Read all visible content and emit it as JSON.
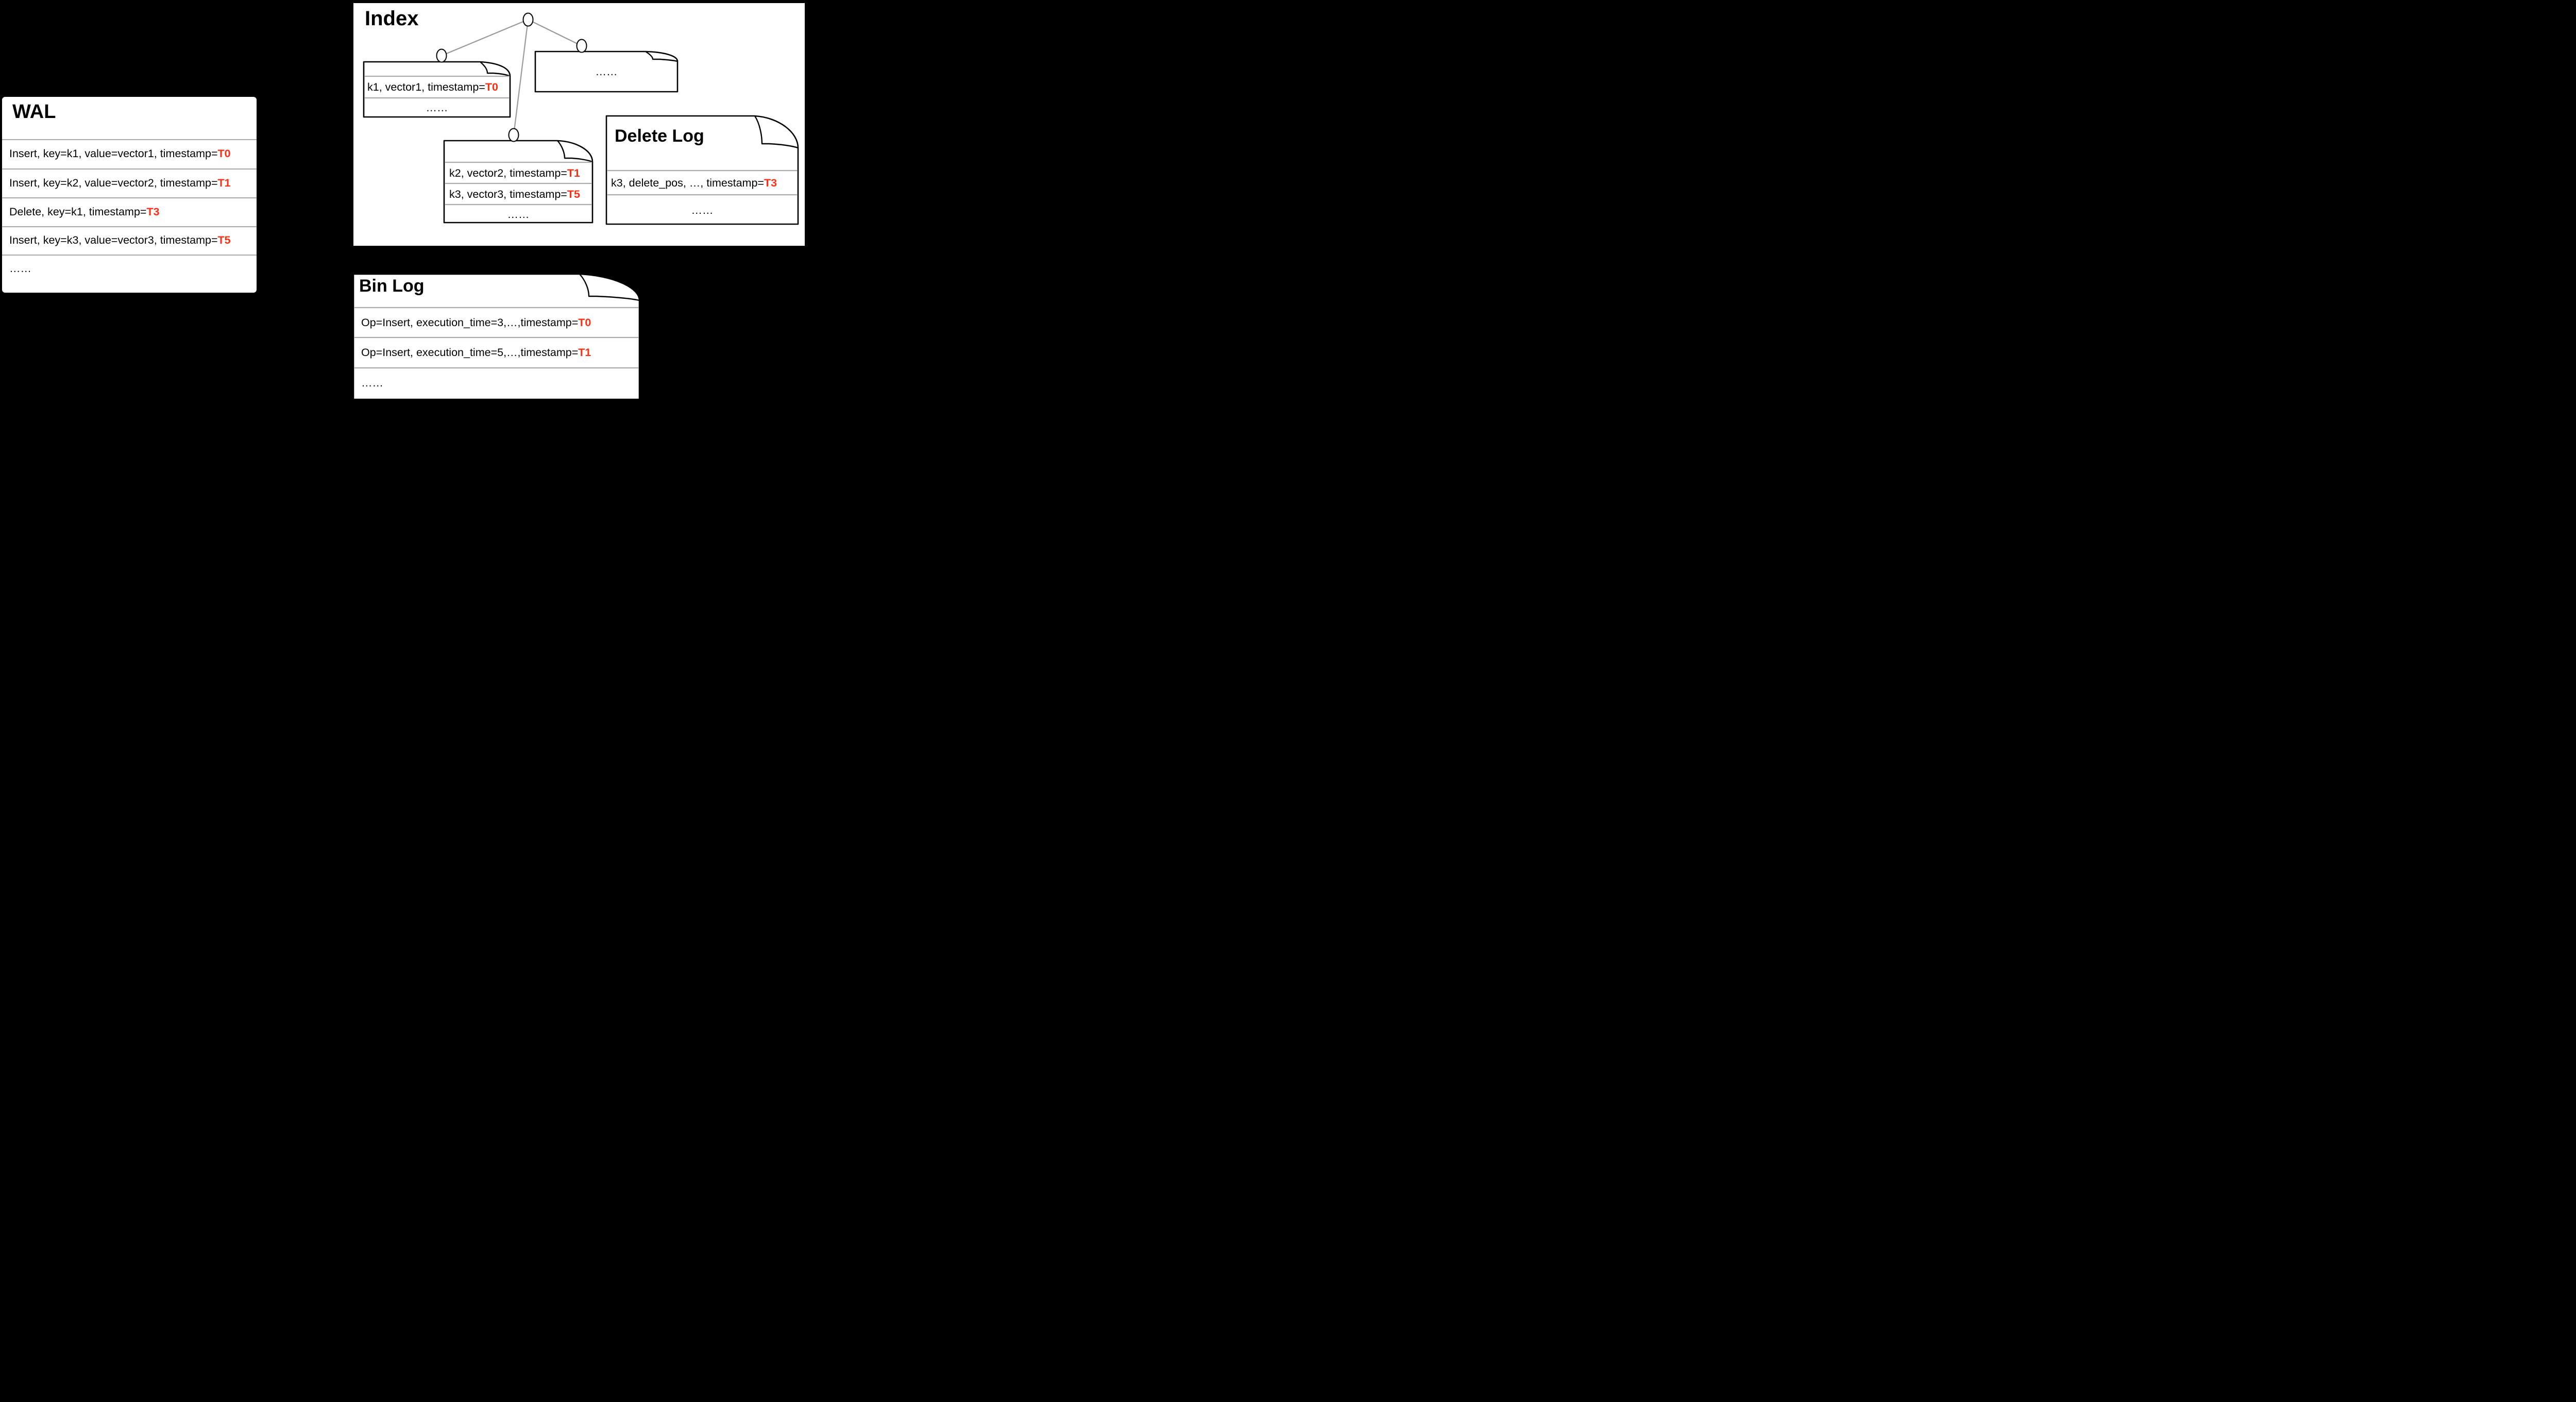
{
  "colors": {
    "background": "#000000",
    "panel": "#FFFFFF",
    "timestamp_red": "#FF2D12",
    "divider_gray": "#ABABAB",
    "tree_edge_gray": "#999999"
  },
  "wal": {
    "title": "WAL",
    "rows": [
      {
        "text": "Insert, key=k1, value=vector1, timestamp=",
        "ts": "T0"
      },
      {
        "text": "Insert, key=k2, value=vector2, timestamp=",
        "ts": "T1"
      },
      {
        "text": "Delete, key=k1, timestamp=",
        "ts": "T3"
      },
      {
        "text": "Insert, key=k3, value=vector3, timestamp=",
        "ts": "T5"
      }
    ],
    "ellipsis": "……"
  },
  "index": {
    "title": "Index",
    "left_doc": {
      "row": {
        "text": "k1, vector1, timestamp=",
        "ts": "T0"
      },
      "ellipsis": "……"
    },
    "right_doc": {
      "ellipsis": "……"
    },
    "middle_doc": {
      "rows": [
        {
          "text": "k2, vector2, timestamp=",
          "ts": "T1"
        },
        {
          "text": "k3, vector3, timestamp=",
          "ts": "T5"
        }
      ],
      "ellipsis": "……"
    }
  },
  "delete_log": {
    "title": "Delete Log",
    "row": {
      "text": "k3, delete_pos, …, timestamp=",
      "ts": "T3"
    },
    "ellipsis": "……"
  },
  "bin_log": {
    "title": "Bin Log",
    "rows": [
      {
        "text": "Op=Insert, execution_time=3,…,timestamp=",
        "ts": "T0"
      },
      {
        "text": "Op=Insert, execution_time=5,…,timestamp=",
        "ts": "T1"
      }
    ],
    "ellipsis": "……"
  }
}
